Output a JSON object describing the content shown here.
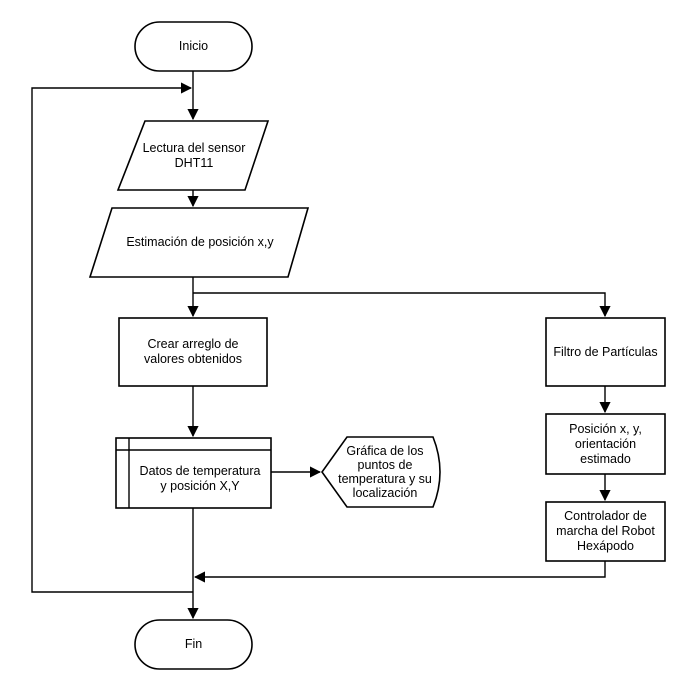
{
  "nodes": {
    "start": "Inicio",
    "read_sensor": "Lectura del sensor\nDHT11",
    "estimate_position": "Estimación de posición x,y",
    "create_array": "Crear arreglo de\nvalores obtenidos",
    "particle_filter": "Filtro de Partículas",
    "temp_data": "Datos de temperatura\ny posición X,Y",
    "plot": "Gráfica de los\npuntos de\ntemperatura y su\nlocalización",
    "estimated_pose": "Posición x, y,\norientación\nestimado",
    "gait_controller": "Controlador de\nmarcha del Robot\nHexápodo",
    "end": "Fin"
  }
}
